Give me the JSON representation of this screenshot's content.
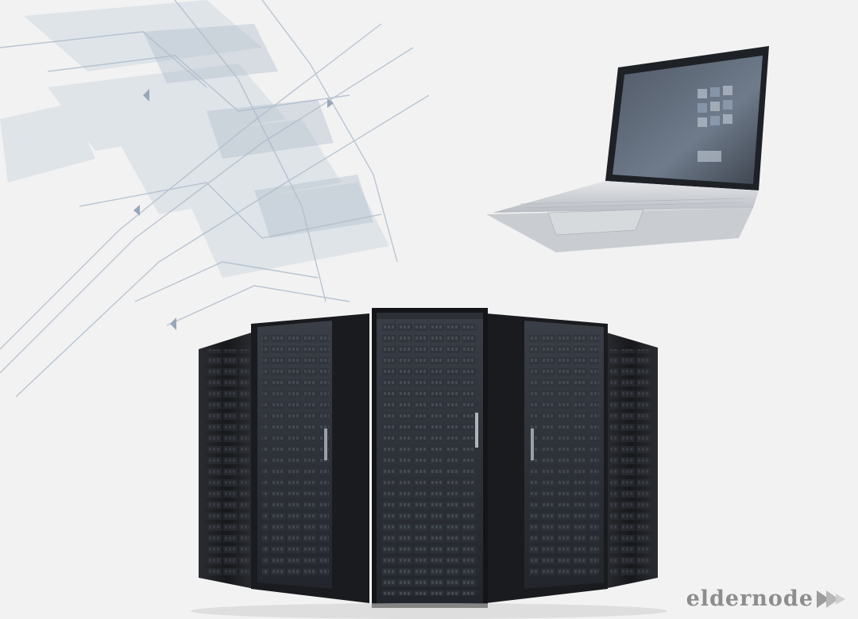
{
  "brand": {
    "name": "eldernode",
    "logo_icon": "play-arrows-icon",
    "color": "#8d8d8d"
  },
  "scene": {
    "background": "#f2f2f2",
    "elements": [
      "abstract-tech-lines",
      "laptop",
      "server-racks"
    ],
    "laptop_screen_color": "#5b6470",
    "rack_color": "#1b1c1f",
    "rack_count": 5
  }
}
